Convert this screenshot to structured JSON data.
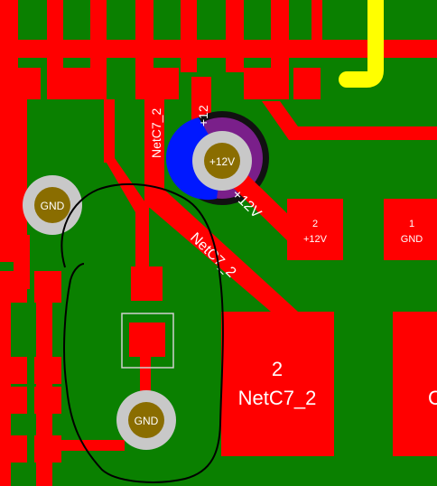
{
  "colors": {
    "board": "#0a8000",
    "copper": "#ff0000",
    "pad_ring": "#c8c8c8",
    "drill": "#8a6d00",
    "silkscreen": "#ffff00",
    "cap_body": "#7a1f8a",
    "cap_band": "#0018ff",
    "sketch": "#000000",
    "pad_outline": "#cfcfcf"
  },
  "vias": [
    {
      "id": "via-gnd-left",
      "net": "GND"
    },
    {
      "id": "via-12v",
      "net": "+12V"
    },
    {
      "id": "via-gnd-bottom",
      "net": "GND"
    }
  ],
  "trace_labels": {
    "netc7_vertical": "NetC7_2",
    "netc7_diagonal": "NetC7_2",
    "p12v_vertical": "+12",
    "p12v_diagonal": "+12V"
  },
  "pads": [
    {
      "id": "pad-2-12v",
      "number": "2",
      "net": "+12V"
    },
    {
      "id": "pad-1-gnd",
      "number": "1",
      "net": "GND"
    },
    {
      "id": "pad-2-netc7",
      "number": "2",
      "net": "NetC7_2"
    },
    {
      "id": "pad-right-partial",
      "number": "",
      "net": "C"
    }
  ]
}
